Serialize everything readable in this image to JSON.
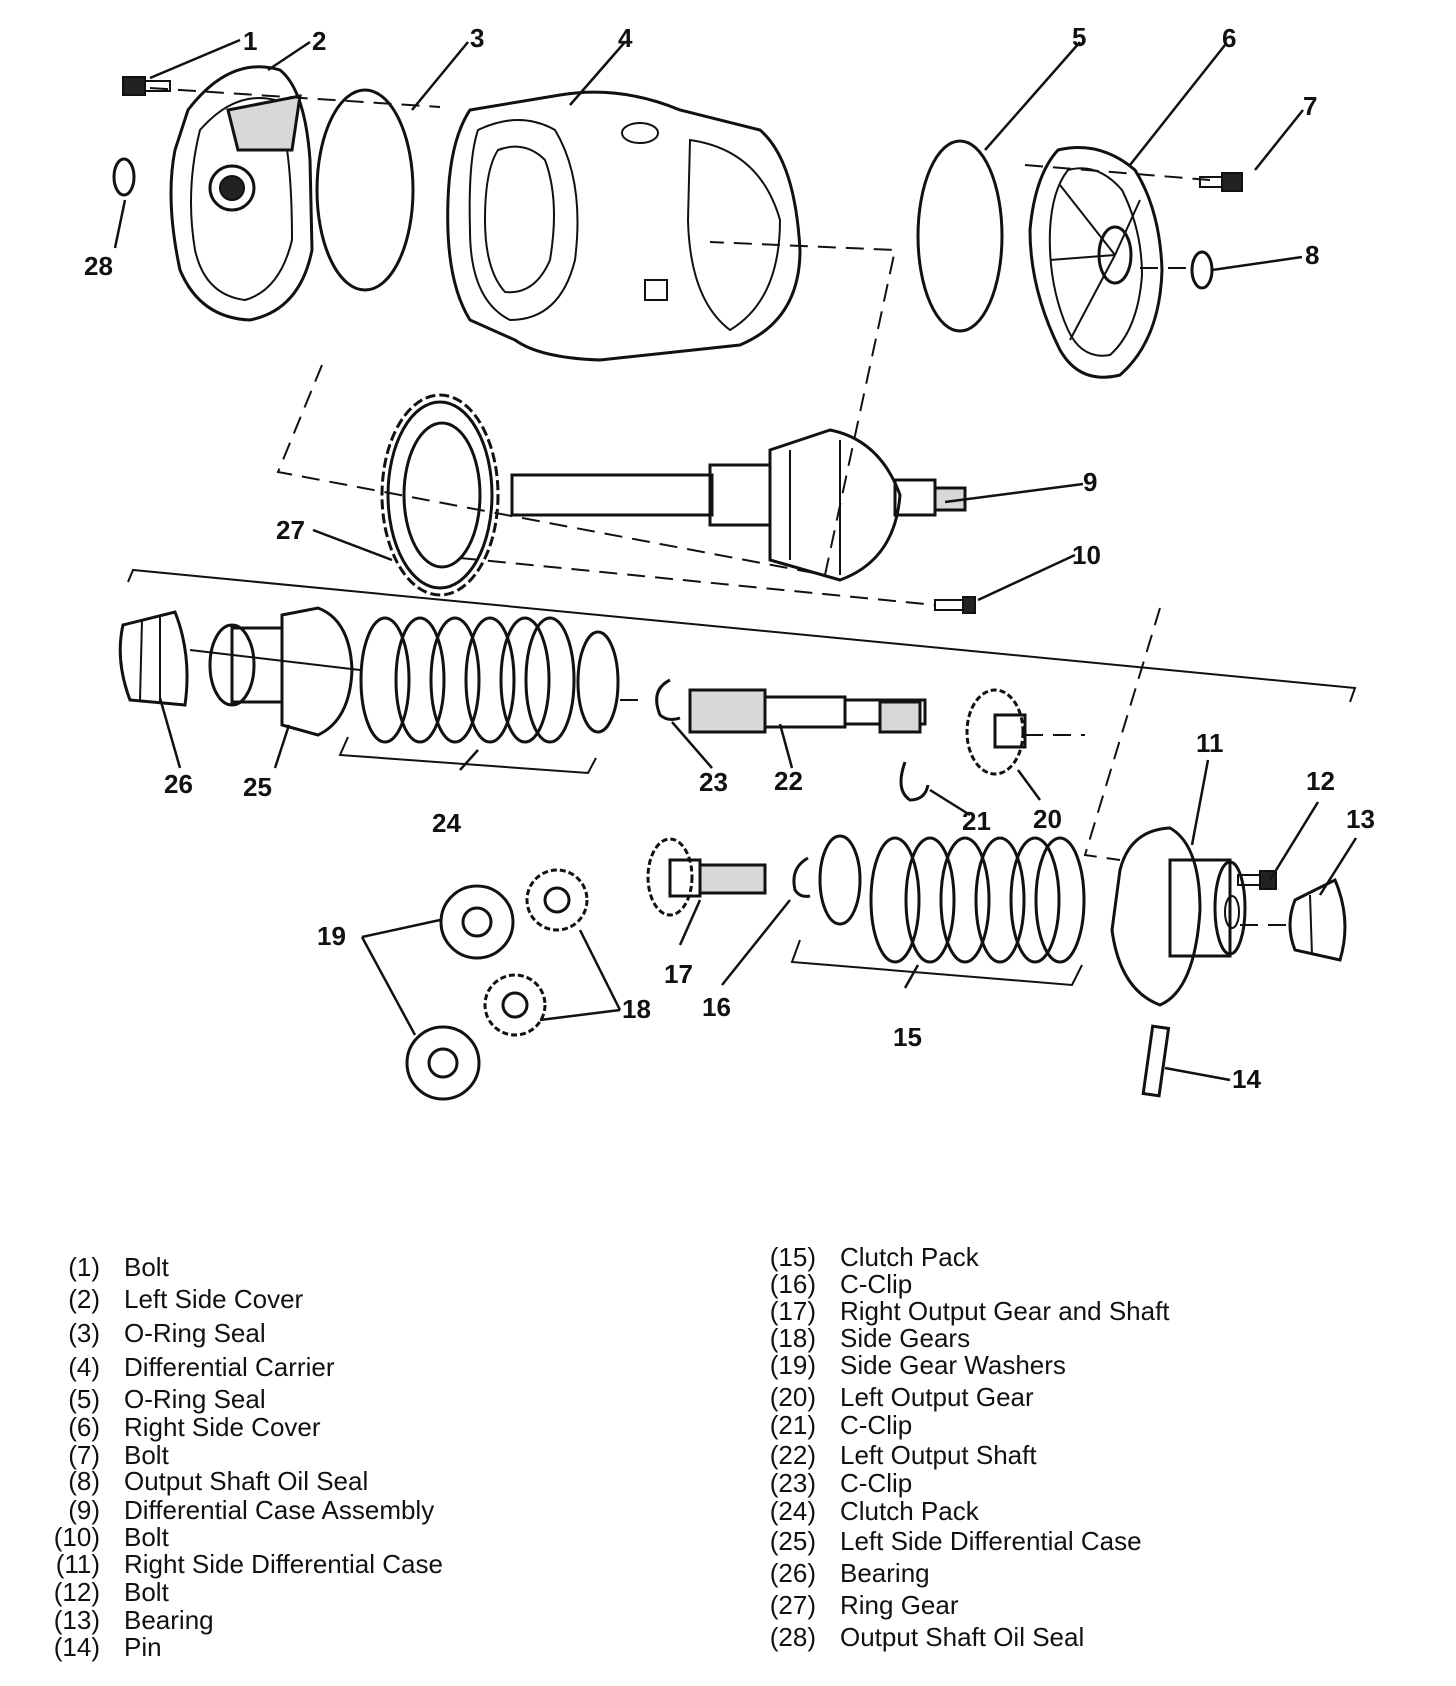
{
  "callouts": [
    "1",
    "2",
    "3",
    "4",
    "5",
    "6",
    "7",
    "8",
    "9",
    "10",
    "11",
    "12",
    "13",
    "14",
    "15",
    "16",
    "17",
    "18",
    "19",
    "20",
    "21",
    "22",
    "23",
    "24",
    "25",
    "26",
    "27",
    "28"
  ],
  "legend": {
    "left": [
      {
        "num": "(1)",
        "label": "Bolt"
      },
      {
        "num": "(2)",
        "label": "Left Side Cover"
      },
      {
        "num": "(3)",
        "label": "O-Ring Seal"
      },
      {
        "num": "(4)",
        "label": "Differential Carrier"
      },
      {
        "num": "(5)",
        "label": "O-Ring Seal"
      },
      {
        "num": "(6)",
        "label": "Right Side Cover"
      },
      {
        "num": "(7)",
        "label": "Bolt"
      },
      {
        "num": "(8)",
        "label": "Output Shaft Oil Seal"
      },
      {
        "num": "(9)",
        "label": "Differential Case Assembly"
      },
      {
        "num": "(10)",
        "label": "Bolt"
      },
      {
        "num": "(11)",
        "label": "Right Side Differential Case"
      },
      {
        "num": "(12)",
        "label": "Bolt"
      },
      {
        "num": "(13)",
        "label": "Bearing"
      },
      {
        "num": "(14)",
        "label": "Pin"
      }
    ],
    "right": [
      {
        "num": "(15)",
        "label": "Clutch Pack"
      },
      {
        "num": "(16)",
        "label": "C-Clip"
      },
      {
        "num": "(17)",
        "label": "Right Output Gear and Shaft"
      },
      {
        "num": "(18)",
        "label": "Side Gears"
      },
      {
        "num": "(19)",
        "label": "Side Gear Washers"
      },
      {
        "num": "(20)",
        "label": "Left Output Gear"
      },
      {
        "num": "(21)",
        "label": "C-Clip"
      },
      {
        "num": "(22)",
        "label": "Left Output Shaft"
      },
      {
        "num": "(23)",
        "label": "C-Clip"
      },
      {
        "num": "(24)",
        "label": "Clutch Pack"
      },
      {
        "num": "(25)",
        "label": "Left Side Differential Case"
      },
      {
        "num": "(26)",
        "label": "Bearing"
      },
      {
        "num": "(27)",
        "label": "Ring Gear"
      },
      {
        "num": "(28)",
        "label": "Output Shaft Oil Seal"
      }
    ]
  }
}
